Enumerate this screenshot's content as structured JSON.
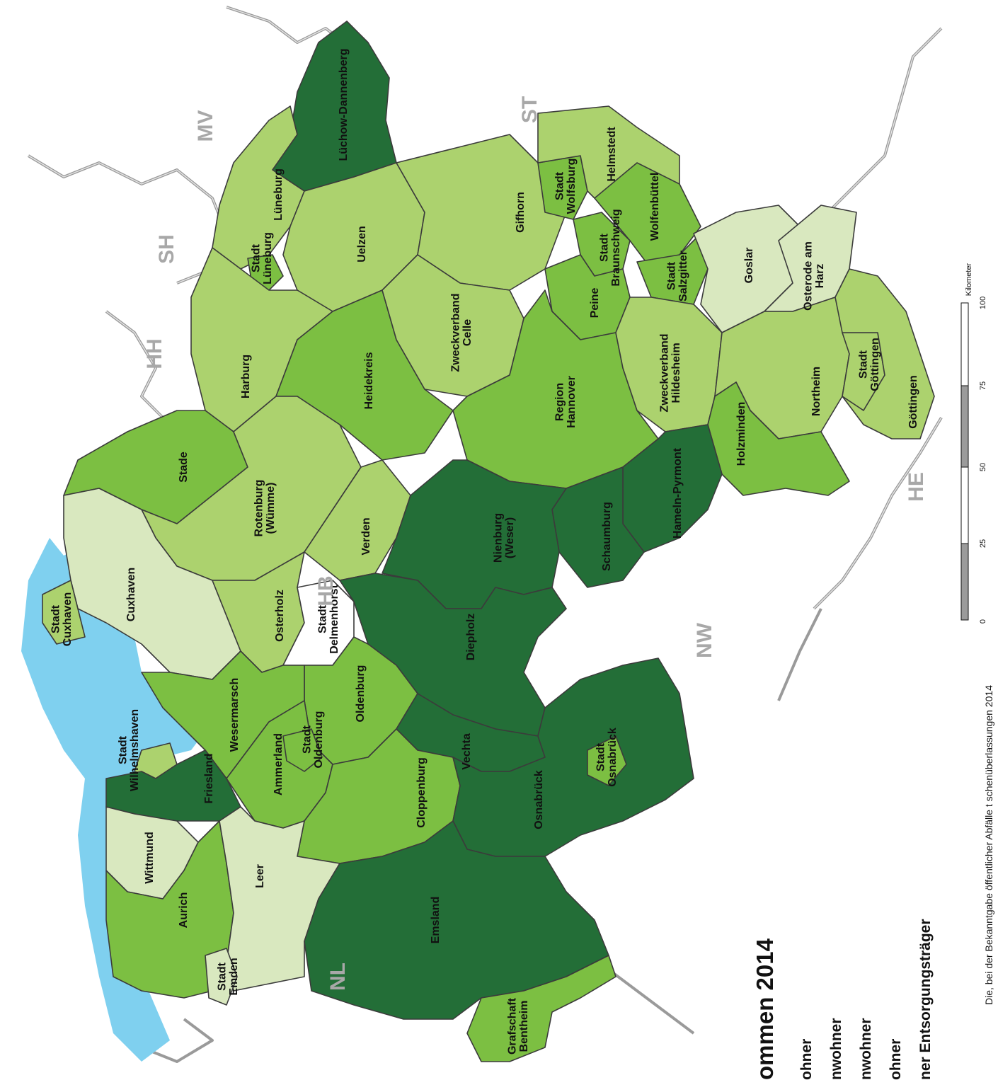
{
  "legend": {
    "title": "ommen 2014",
    "items": [
      {
        "label": "ohner",
        "color": "#d9e8bf"
      },
      {
        "label": "nwohner",
        "color": "#acd26e"
      },
      {
        "label": "nwohner",
        "color": "#7cbf42"
      },
      {
        "label": "ohner",
        "color": "#236e37"
      },
      {
        "label": "ner Entsorgungsträger",
        "color": "#ffffff"
      }
    ]
  },
  "footnote": "Die, bei der Bekanntgabe öffentlicher Abfälle t   schenüberlassungen 2014",
  "neighbors": [
    "NL",
    "MV",
    "SH",
    "HH",
    "HB",
    "ST",
    "NW",
    "HE"
  ],
  "scale": {
    "ticks": [
      "0",
      "25",
      "50",
      "75",
      "100"
    ],
    "unit": "Kilometer"
  },
  "colors": {
    "very_light": "#d9e8bf",
    "light": "#acd26e",
    "medium": "#7cbf42",
    "dark": "#236e37",
    "water": "#7fd0ef"
  },
  "regions": [
    {
      "name": "Lüchow-Dannenberg",
      "class": "dark"
    },
    {
      "name": "Lüneburg",
      "class": "light"
    },
    {
      "name": "Stadt Lüneburg",
      "class": "medium"
    },
    {
      "name": "Uelzen",
      "class": "light"
    },
    {
      "name": "Gifhorn",
      "class": "light"
    },
    {
      "name": "Stadt Wolfsburg",
      "class": "medium"
    },
    {
      "name": "Helmstedt",
      "class": "light"
    },
    {
      "name": "Wolfenbüttel",
      "class": "medium"
    },
    {
      "name": "Stadt Braunschweig",
      "class": "medium"
    },
    {
      "name": "Stadt Salzgitter",
      "class": "medium"
    },
    {
      "name": "Peine",
      "class": "medium"
    },
    {
      "name": "Goslar",
      "class": "very_light"
    },
    {
      "name": "Osterode am Harz",
      "class": "very_light"
    },
    {
      "name": "Harburg",
      "class": "light"
    },
    {
      "name": "Heidekreis",
      "class": "medium"
    },
    {
      "name": "Zweckverband Celle",
      "class": "light"
    },
    {
      "name": "Region Hannover",
      "class": "medium"
    },
    {
      "name": "Zweckverband Hildesheim",
      "class": "light"
    },
    {
      "name": "Northeim",
      "class": "light"
    },
    {
      "name": "Stadt Göttingen",
      "class": "light"
    },
    {
      "name": "Göttingen",
      "class": "light"
    },
    {
      "name": "Stade",
      "class": "medium"
    },
    {
      "name": "Rotenburg (Wümme)",
      "class": "light"
    },
    {
      "name": "Verden",
      "class": "light"
    },
    {
      "name": "Holzminden",
      "class": "medium"
    },
    {
      "name": "Hameln-Pyrmont",
      "class": "dark"
    },
    {
      "name": "Schaumburg",
      "class": "dark"
    },
    {
      "name": "Nienburg (Weser)",
      "class": "dark"
    },
    {
      "name": "Cuxhaven",
      "class": "very_light"
    },
    {
      "name": "Stadt Cuxhaven",
      "class": "light"
    },
    {
      "name": "Osterholz",
      "class": "light"
    },
    {
      "name": "Stadt Delmenhorst",
      "class": "white"
    },
    {
      "name": "Diepholz",
      "class": "dark"
    },
    {
      "name": "Oldenburg",
      "class": "medium"
    },
    {
      "name": "Stadt Wilhelmshaven",
      "class": "light"
    },
    {
      "name": "Wesermarsch",
      "class": "medium"
    },
    {
      "name": "Ammerland",
      "class": "medium"
    },
    {
      "name": "Stadt Oldenburg",
      "class": "medium"
    },
    {
      "name": "Vechta",
      "class": "dark"
    },
    {
      "name": "Cloppenburg",
      "class": "medium"
    },
    {
      "name": "Osnabrück",
      "class": "dark"
    },
    {
      "name": "Stadt Osnabrück",
      "class": "medium"
    },
    {
      "name": "Friesland",
      "class": "dark"
    },
    {
      "name": "Wittmund",
      "class": "very_light"
    },
    {
      "name": "Aurich",
      "class": "medium"
    },
    {
      "name": "Leer",
      "class": "very_light"
    },
    {
      "name": "Stadt Emden",
      "class": "very_light"
    },
    {
      "name": "Emsland",
      "class": "dark"
    },
    {
      "name": "Grafschaft Bentheim",
      "class": "medium"
    }
  ]
}
